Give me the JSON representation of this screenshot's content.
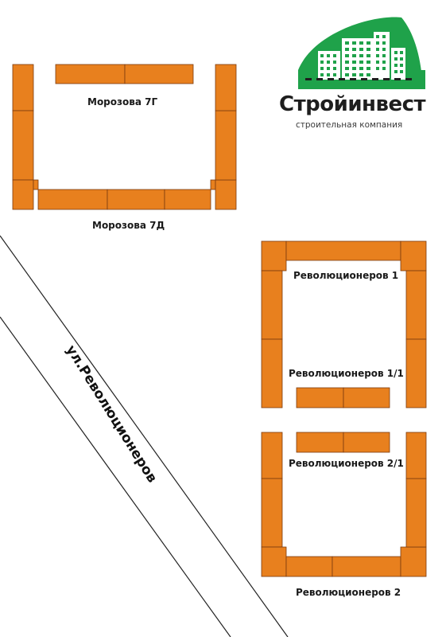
{
  "colors": {
    "building": "#E8801E",
    "building_stroke": "#7A3A10",
    "logo_green": "#1FA24A",
    "logo_dark": "#1E1E1E",
    "text": "#1a1a1a"
  },
  "logo": {
    "name": "Стройинвест",
    "tagline": "строительная компания",
    "icon": "city-buildings-icon"
  },
  "street": {
    "name": "ул.Революционеров"
  },
  "buildings": {
    "morozova_7g": "Морозова 7Г",
    "morozova_7d": "Морозова 7Д",
    "rev_1": "Революционеров 1",
    "rev_1_1": "Революционеров 1/1",
    "rev_2_1": "Революционеров 2/1",
    "rev_2": "Революционеров 2"
  }
}
